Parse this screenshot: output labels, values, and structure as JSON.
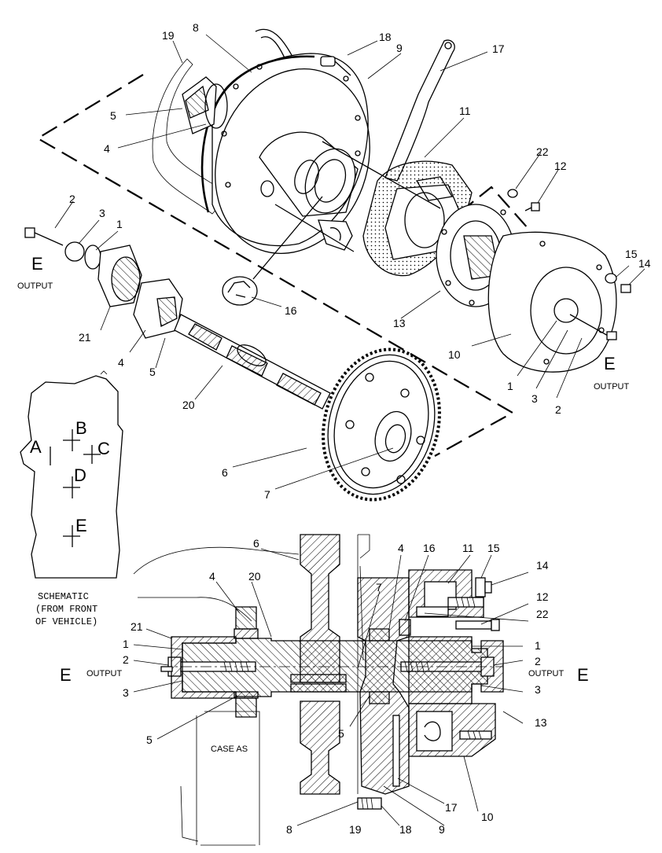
{
  "callouts": {
    "n1": "1",
    "n2": "2",
    "n3": "3",
    "n4": "4",
    "n5": "5",
    "n6": "6",
    "n7": "7",
    "n8": "8",
    "n9": "9",
    "n10": "10",
    "n11": "11",
    "n12": "12",
    "n13": "13",
    "n14": "14",
    "n15": "15",
    "n16": "16",
    "n17": "17",
    "n18": "18",
    "n19": "19",
    "n20": "20",
    "n21": "21",
    "n22": "22"
  },
  "view_letter": "E",
  "output_label": "OUTPUT",
  "schematic": {
    "letters": {
      "a": "A",
      "b": "B",
      "c": "C",
      "d": "D",
      "e": "E"
    },
    "caption_line1": "SCHEMATIC",
    "caption_line2": "(FROM FRONT",
    "caption_line3": "OF VEHICLE)"
  },
  "case_label": "CASE AS"
}
